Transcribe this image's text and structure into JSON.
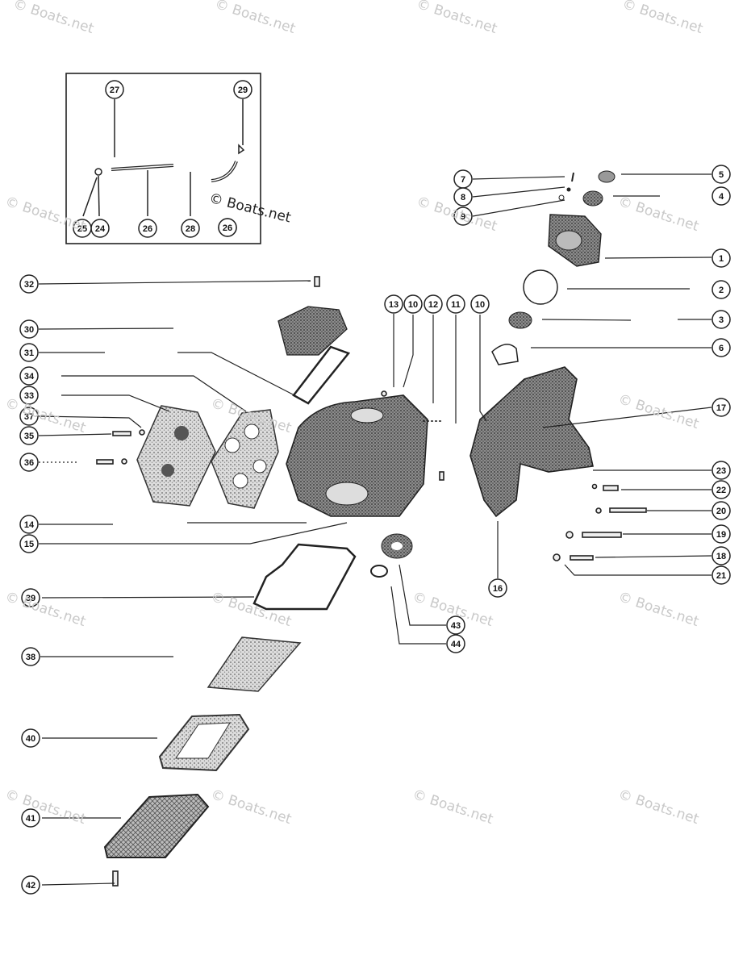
{
  "watermark": "© Boats.net",
  "inset_caption": "© Boats.net",
  "callouts": [
    "1",
    "2",
    "3",
    "4",
    "5",
    "6",
    "7",
    "8",
    "9",
    "10",
    "10",
    "11",
    "12",
    "13",
    "14",
    "15",
    "16",
    "17",
    "18",
    "19",
    "20",
    "21",
    "22",
    "23",
    "24",
    "25",
    "25",
    "26",
    "26",
    "27",
    "28",
    "29",
    "30",
    "31",
    "32",
    "33",
    "34",
    "35",
    "36",
    "37",
    "38",
    "39",
    "40",
    "41",
    "42",
    "43",
    "44"
  ]
}
